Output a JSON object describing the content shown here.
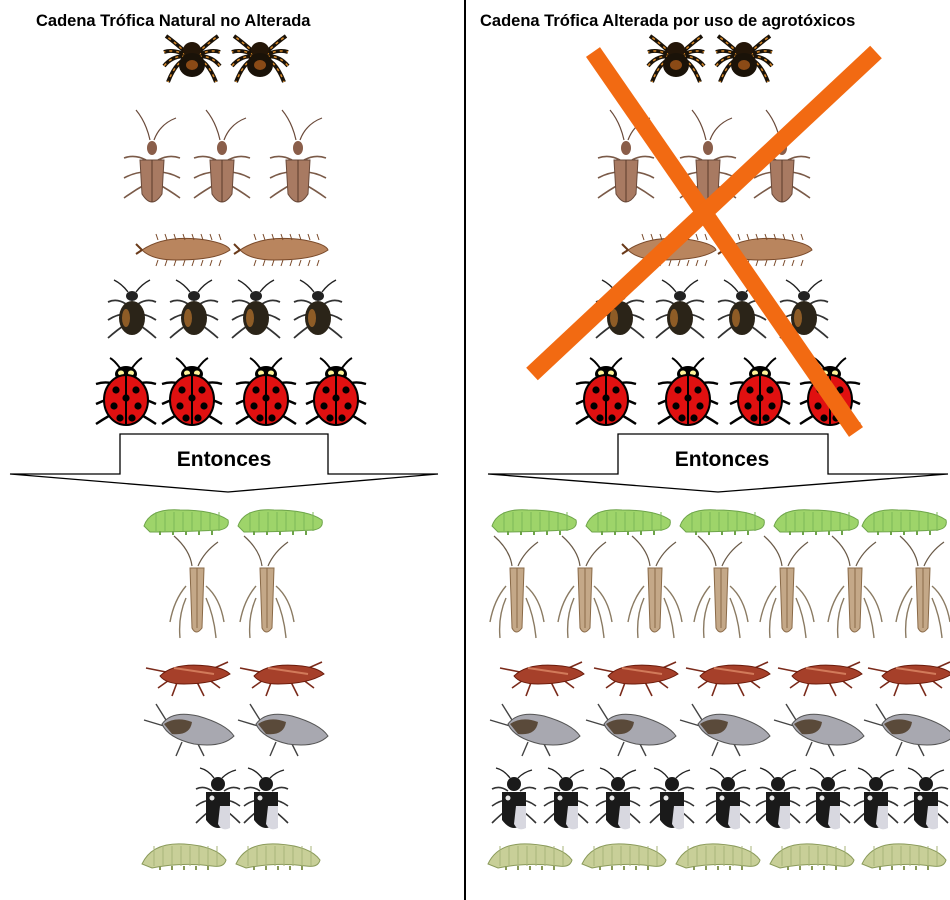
{
  "left_panel": {
    "title": "Cadena Trófica Natural no Alterada",
    "arrow_label": "Entonces",
    "predators_before": {
      "spiders": 2,
      "assassin_bugs": 3,
      "lacewing_larvae": 2,
      "ground_beetles": 4,
      "ladybugs": 4
    },
    "pests_after": {
      "green_caterpillars": 2,
      "leaf_bugs": 2,
      "red_bugs": 2,
      "grey_stink_bugs": 2,
      "black_white_bugs": 2,
      "pale_caterpillars": 2
    }
  },
  "right_panel": {
    "title": "Cadena Trófica Alterada por uso de agrotóxicos",
    "arrow_label": "Entonces",
    "cross_mark_color": "#f26a12",
    "predators_before": {
      "spiders": 2,
      "assassin_bugs": 3,
      "lacewing_larvae": 2,
      "ground_beetles": 4,
      "ladybugs": 4
    },
    "pests_after": {
      "green_caterpillars": 5,
      "leaf_bugs": 7,
      "red_bugs": 5,
      "grey_stink_bugs": 5,
      "black_white_bugs": 9,
      "pale_caterpillars": 5
    }
  },
  "colors": {
    "ladybug": "#e01010",
    "spider": "#1a1208",
    "caterpillar": "#9ed46a"
  }
}
